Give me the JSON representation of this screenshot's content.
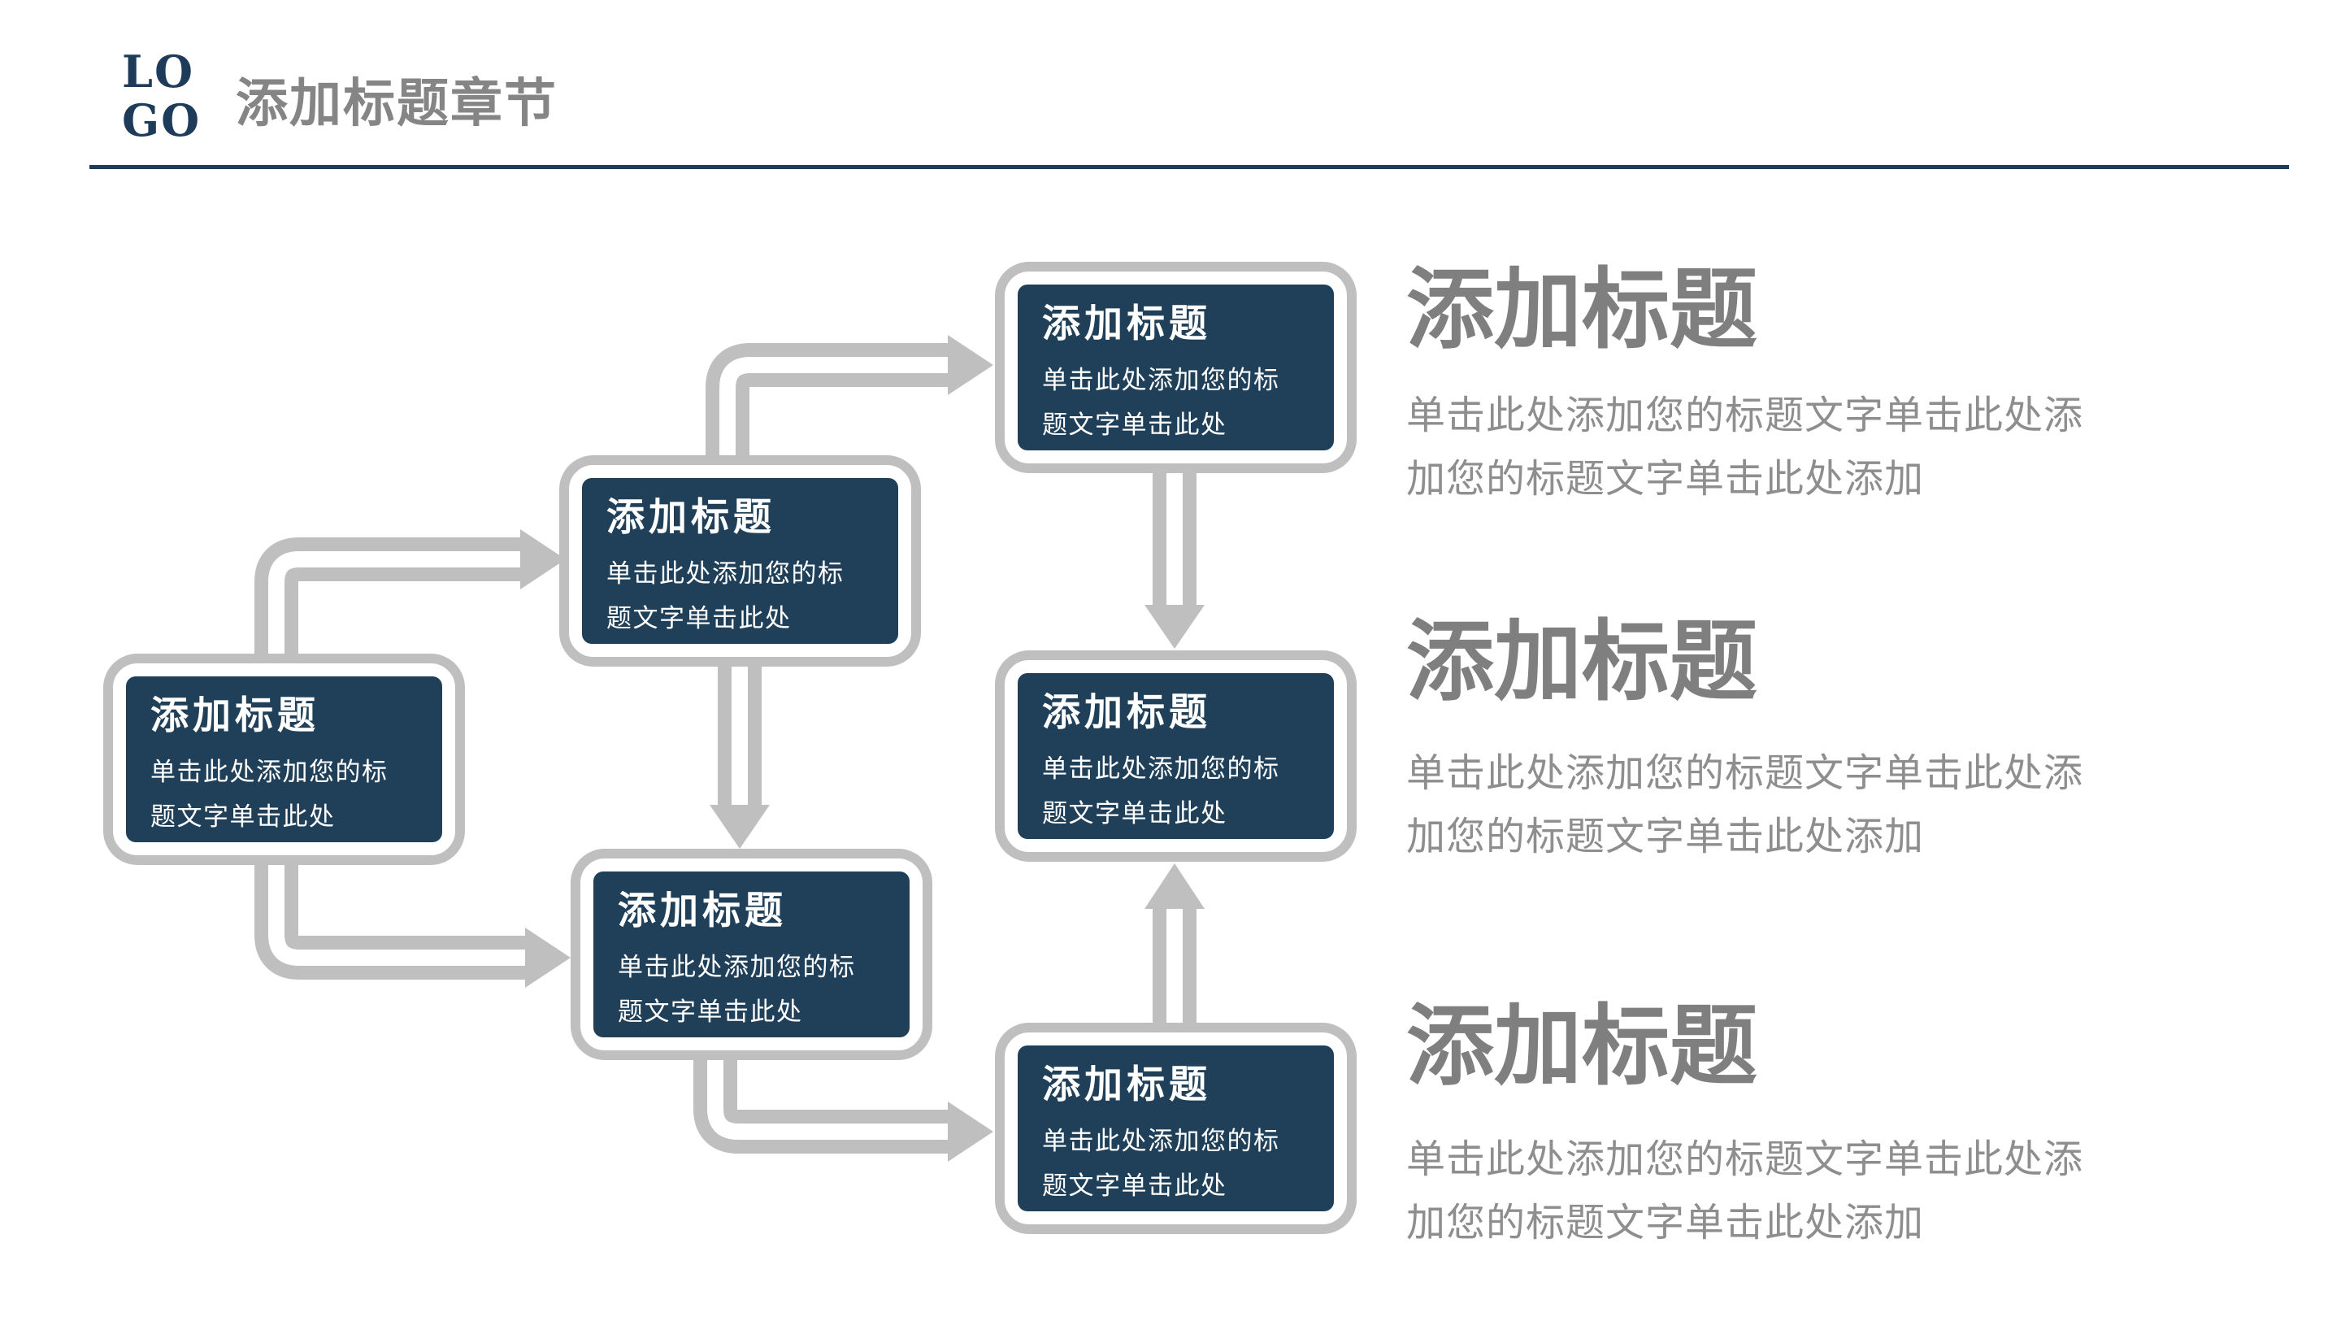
{
  "header": {
    "logo_top": "LO",
    "logo_bottom": "GO",
    "title": "添加标题章节"
  },
  "colors": {
    "navy": "#1f4058",
    "logo_navy": "#1e3c5a",
    "connector_gray": "#bfbfbf",
    "heading_gray": "#7f7f7f",
    "body_gray": "#8e8e8e",
    "box_text": "#ffffff"
  },
  "flow_boxes": [
    {
      "title": "添加标题",
      "body": "单击此处添加您的标题文字单击此处"
    },
    {
      "title": "添加标题",
      "body": "单击此处添加您的标题文字单击此处"
    },
    {
      "title": "添加标题",
      "body": "单击此处添加您的标题文字单击此处"
    },
    {
      "title": "添加标题",
      "body": "单击此处添加您的标题文字单击此处"
    },
    {
      "title": "添加标题",
      "body": "单击此处添加您的标题文字单击此处"
    },
    {
      "title": "添加标题",
      "body": "单击此处添加您的标题文字单击此处"
    }
  ],
  "sections": [
    {
      "heading": "添加标题",
      "body": "单击此处添加您的标题文字单击此处添加您的标题文字单击此处添加"
    },
    {
      "heading": "添加标题",
      "body": "单击此处添加您的标题文字单击此处添加您的标题文字单击此处添加"
    },
    {
      "heading": "添加标题",
      "body": "单击此处添加您的标题文字单击此处添加您的标题文字单击此处添加"
    }
  ]
}
